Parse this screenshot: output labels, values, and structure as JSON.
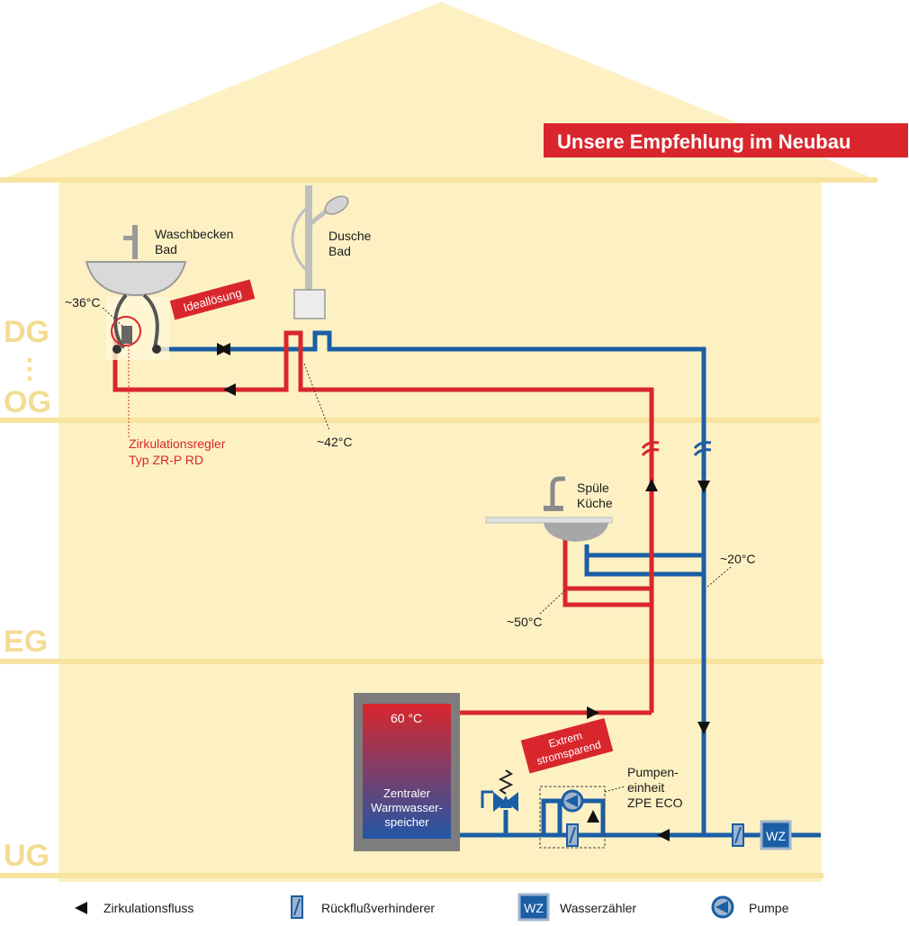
{
  "banner": "Unsere Empfehlung im Neubau",
  "floors": {
    "dg": "DG",
    "dots": "⋮",
    "og": "OG",
    "eg": "EG",
    "ug": "UG"
  },
  "labels": {
    "waschbecken_1": "Waschbecken",
    "waschbecken_2": "Bad",
    "dusche_1": "Dusche",
    "dusche_2": "Bad",
    "spuele_1": "Spüle",
    "spuele_2": "Küche",
    "temp_36": "~36°C",
    "temp_42": "~42°C",
    "temp_20": "~20°C",
    "temp_50": "~50°C",
    "temp_60": "60 °C",
    "ideal": "Ideallösung",
    "regler_1": "Zirkulationsregler",
    "regler_2": "Typ ZR-P RD",
    "extrem_1": "Extrem",
    "extrem_2": "stromsparend",
    "pumpe_1": "Pumpen-",
    "pumpe_2": "einheit",
    "pumpe_3": "ZPE ECO",
    "speicher_1": "Zentraler",
    "speicher_2": "Warmwasser-",
    "speicher_3": "speicher",
    "wz": "WZ"
  },
  "legend": {
    "flow": "Zirkulationsfluss",
    "check_valve": "Rückflußverhinderer",
    "meter_symbol": "WZ",
    "meter": "Wasserzähler",
    "pump": "Pumpe"
  },
  "colors": {
    "house": "#fdf1c4",
    "floor_line": "#f8e4a0",
    "floor_label": "#f3dc93",
    "hot": "#d9262c",
    "cold": "#1a5ea5",
    "banner": "#d9262c"
  }
}
